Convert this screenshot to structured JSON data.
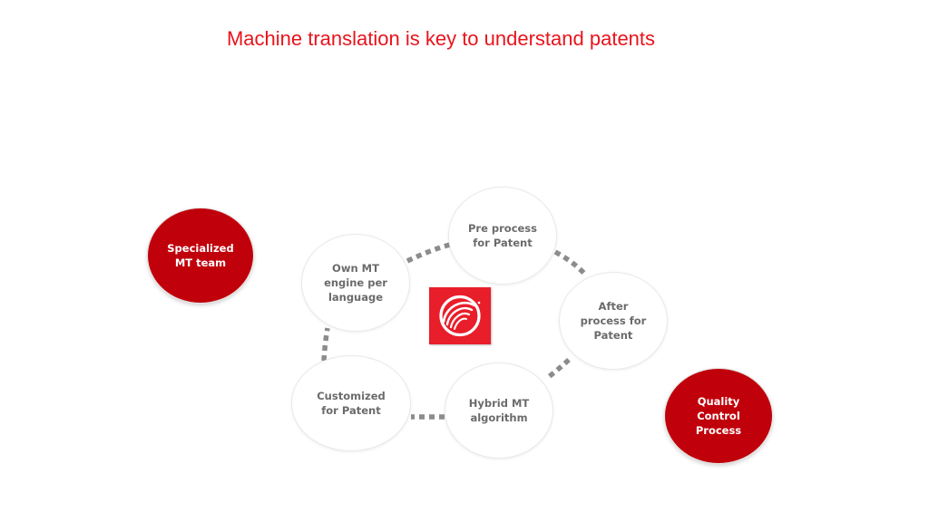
{
  "slide": {
    "title": "Machine translation is key to understand patents"
  },
  "cycle": {
    "nodes": [
      {
        "label": "Pre process\nfor Patent"
      },
      {
        "label": "After\nprocess for\nPatent"
      },
      {
        "label": "Hybrid MT\nalgorithm"
      },
      {
        "label": "Customized\nfor Patent"
      },
      {
        "label": "Own MT\nengine per\nlanguage"
      }
    ],
    "center_logo": "lexisnexis-swirl-logo"
  },
  "side_nodes": {
    "left": {
      "label": "Specialized\nMT team"
    },
    "right": {
      "label": "Quality\nControl\nProcess"
    }
  },
  "colors": {
    "title": "#e8141c",
    "accent_red": "#c0000a",
    "logo_red": "#e81e2a",
    "connector": "#8c8c8c",
    "light_text": "#6b6b6b"
  }
}
